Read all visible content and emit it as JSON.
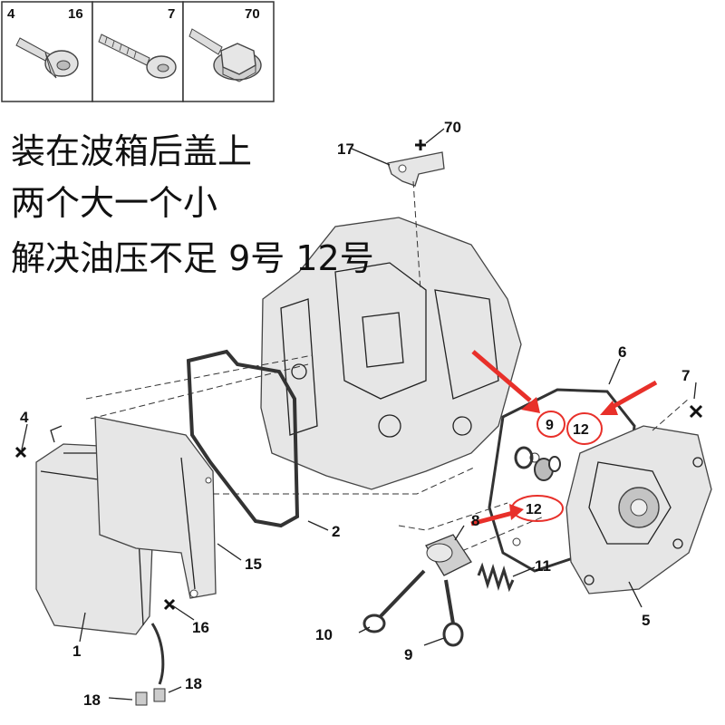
{
  "legend_boxes": [
    {
      "qty": "4",
      "ref": "16",
      "icon": "torx-bolt-icon"
    },
    {
      "ref": "7",
      "icon": "threaded-screw-icon"
    },
    {
      "ref": "70",
      "icon": "hex-flange-bolt-icon"
    }
  ],
  "caption": {
    "line1": "装在波箱后盖上",
    "line2": "两个大一个小",
    "line3": "解决油压不足 9号 12号"
  },
  "part_labels": {
    "p1": "1",
    "p2": "2",
    "p4": "4",
    "p5": "5",
    "p6": "6",
    "p7": "7",
    "p8": "8",
    "p9_top": "9",
    "p9_bottom": "9",
    "p10": "10",
    "p11": "11",
    "p12_upper": "12",
    "p12_lower": "12",
    "p15": "15",
    "p16": "16",
    "p17": "17",
    "p18_left": "18",
    "p18_right": "18",
    "p70": "70"
  },
  "colors": {
    "highlight": "#e8302a",
    "line": "#222222",
    "part_fill": "#e6e6e6"
  }
}
